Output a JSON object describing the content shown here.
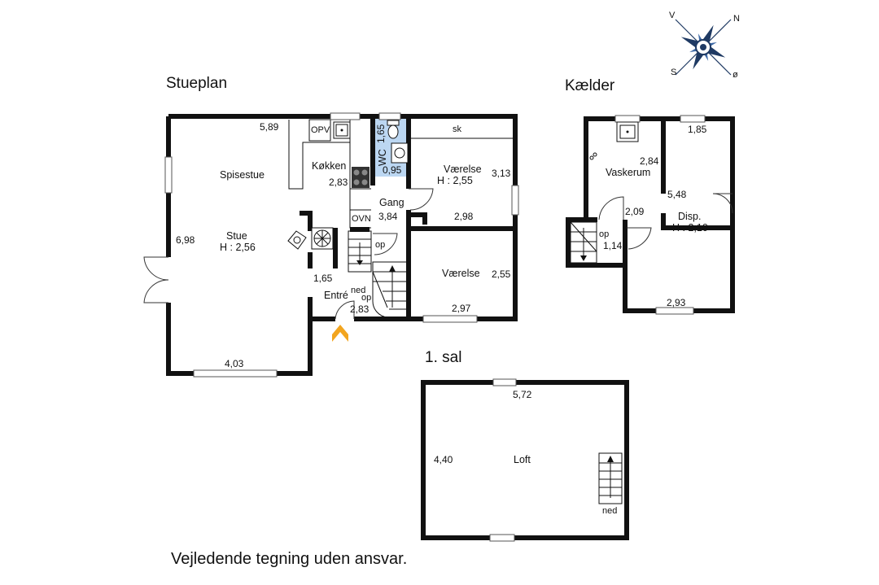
{
  "floors": {
    "ground": {
      "title": "Stueplan",
      "rooms": {
        "spisestue": "Spisestue",
        "stue": "Stue",
        "stue_height": "H : 2,56",
        "kokken": "Køkken",
        "opv": "OPV",
        "ovn": "OVN",
        "wc": "WC",
        "sk": "sk",
        "vaerelse1": "Værelse",
        "vaerelse1_height": "H : 2,55",
        "gang": "Gang",
        "vaerelse2": "Værelse",
        "entre": "Entré",
        "stair_op": "op",
        "stair_ned": "ned",
        "stair_op2": "op"
      },
      "dims": {
        "d589": "5,89",
        "d698": "6,98",
        "d403": "4,03",
        "d283a": "2,83",
        "d165a": "1,65",
        "d095": "0,95",
        "d313": "3,13",
        "d384": "3,84",
        "d298": "2,98",
        "d255": "2,55",
        "d297": "2,97",
        "d165b": "1,65",
        "d283b": "2,83"
      }
    },
    "basement": {
      "title": "Kælder",
      "rooms": {
        "vaskerum": "Vaskerum",
        "disp": "Disp.",
        "disp_height": "H : 2,10",
        "stair_op": "op"
      },
      "dims": {
        "d185": "1,85",
        "d284": "2,84",
        "d548": "5,48",
        "d209": "2,09",
        "d114": "1,14",
        "d293": "2,93"
      }
    },
    "first": {
      "title": "1. sal",
      "rooms": {
        "loft": "Loft",
        "stair_ned": "ned"
      },
      "dims": {
        "d572": "5,72",
        "d440": "4,40"
      }
    }
  },
  "compass": {
    "n": "N",
    "v": "V",
    "s": "S",
    "o": "ø"
  },
  "disclaimer": "Vejledende tegning uden ansvar.",
  "colors": {
    "wc_fill": "#bcd7f2",
    "entry_arrow": "#f2a51f",
    "compass": "#1f3a63"
  },
  "icons": [
    "compass-rose-icon",
    "entry-arrow-icon",
    "sink-icon",
    "toilet-icon",
    "stove-icon",
    "fireplace-icon",
    "fan-icon"
  ]
}
